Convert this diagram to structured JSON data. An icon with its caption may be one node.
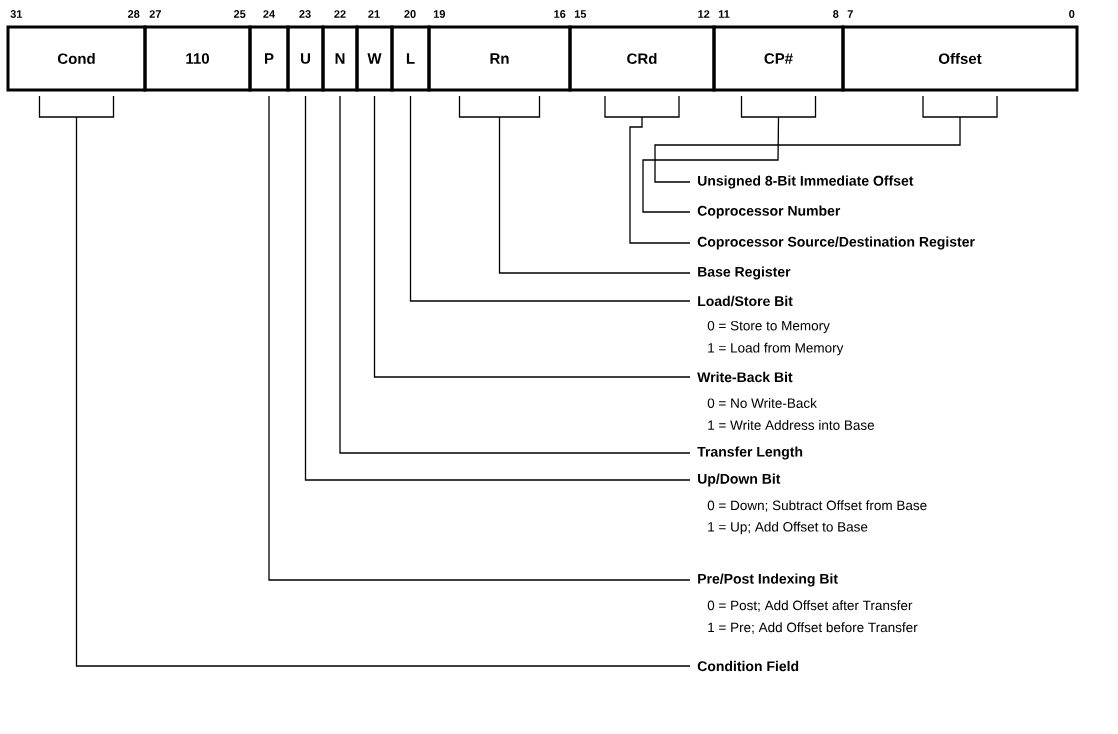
{
  "diagram": {
    "nodes": [
      {
        "text": [
          "Cond"
        ]
      },
      {
        "text": [
          "110"
        ]
      },
      {
        "text": [
          "P"
        ]
      },
      {
        "text": [
          "U"
        ]
      },
      {
        "text": [
          "N"
        ]
      },
      {
        "text": [
          "W"
        ]
      },
      {
        "text": [
          "L"
        ]
      },
      {
        "text": [
          "Rn"
        ]
      },
      {
        "text": [
          "CRd"
        ]
      },
      {
        "text": [
          "CP#"
        ]
      },
      {
        "text": [
          "Offset"
        ]
      },
      {
        "text": [
          "Unsigned 8-Bit Immediate Offset"
        ]
      },
      {
        "text": [
          "Coprocessor Number"
        ]
      },
      {
        "text": [
          "Coprocessor Source/Destination Register"
        ]
      },
      {
        "text": [
          "Base Register"
        ]
      },
      {
        "text": [
          "Load/Store Bit"
        ],
        "beside": [
          "0 = Store to Memory",
          "1 = Load from Memory"
        ]
      },
      {
        "text": [
          "Write-Back Bit"
        ],
        "beside": [
          "0 = No Write-Back",
          "1 = Write Address into Base"
        ]
      },
      {
        "text": [
          "Transfer Length"
        ]
      },
      {
        "text": [
          "Up/Down Bit"
        ],
        "beside": [
          "0 = Down; Subtract Offset from Base",
          "1 = Up; Add Offset to Base"
        ]
      },
      {
        "text": [
          "Pre/Post Indexing Bit"
        ],
        "beside": [
          "0 = Post; Add Offset after Transfer",
          "1 = Pre; Add Offset before Transfer"
        ]
      },
      {
        "text": [
          "Condition Field"
        ]
      }
    ],
    "edges": [
      {
        "from": 10,
        "to": 11,
        "arrow": "none"
      },
      {
        "from": 9,
        "to": 12,
        "arrow": "none"
      },
      {
        "from": 8,
        "to": 13,
        "arrow": "none"
      },
      {
        "from": 7,
        "to": 14,
        "arrow": "none"
      },
      {
        "from": 6,
        "to": 15,
        "arrow": "none"
      },
      {
        "from": 5,
        "to": 16,
        "arrow": "none"
      },
      {
        "from": 4,
        "to": 17,
        "arrow": "none"
      },
      {
        "from": 3,
        "to": 18,
        "arrow": "none"
      },
      {
        "from": 2,
        "to": 19,
        "arrow": "none"
      },
      {
        "from": 0,
        "to": 20,
        "arrow": "none"
      }
    ],
    "labels": [
      "31",
      "28",
      "27",
      "25",
      "24",
      "23",
      "22",
      "21",
      "20",
      "19",
      "16",
      "15",
      "12",
      "11",
      "8",
      "7",
      "0"
    ]
  }
}
